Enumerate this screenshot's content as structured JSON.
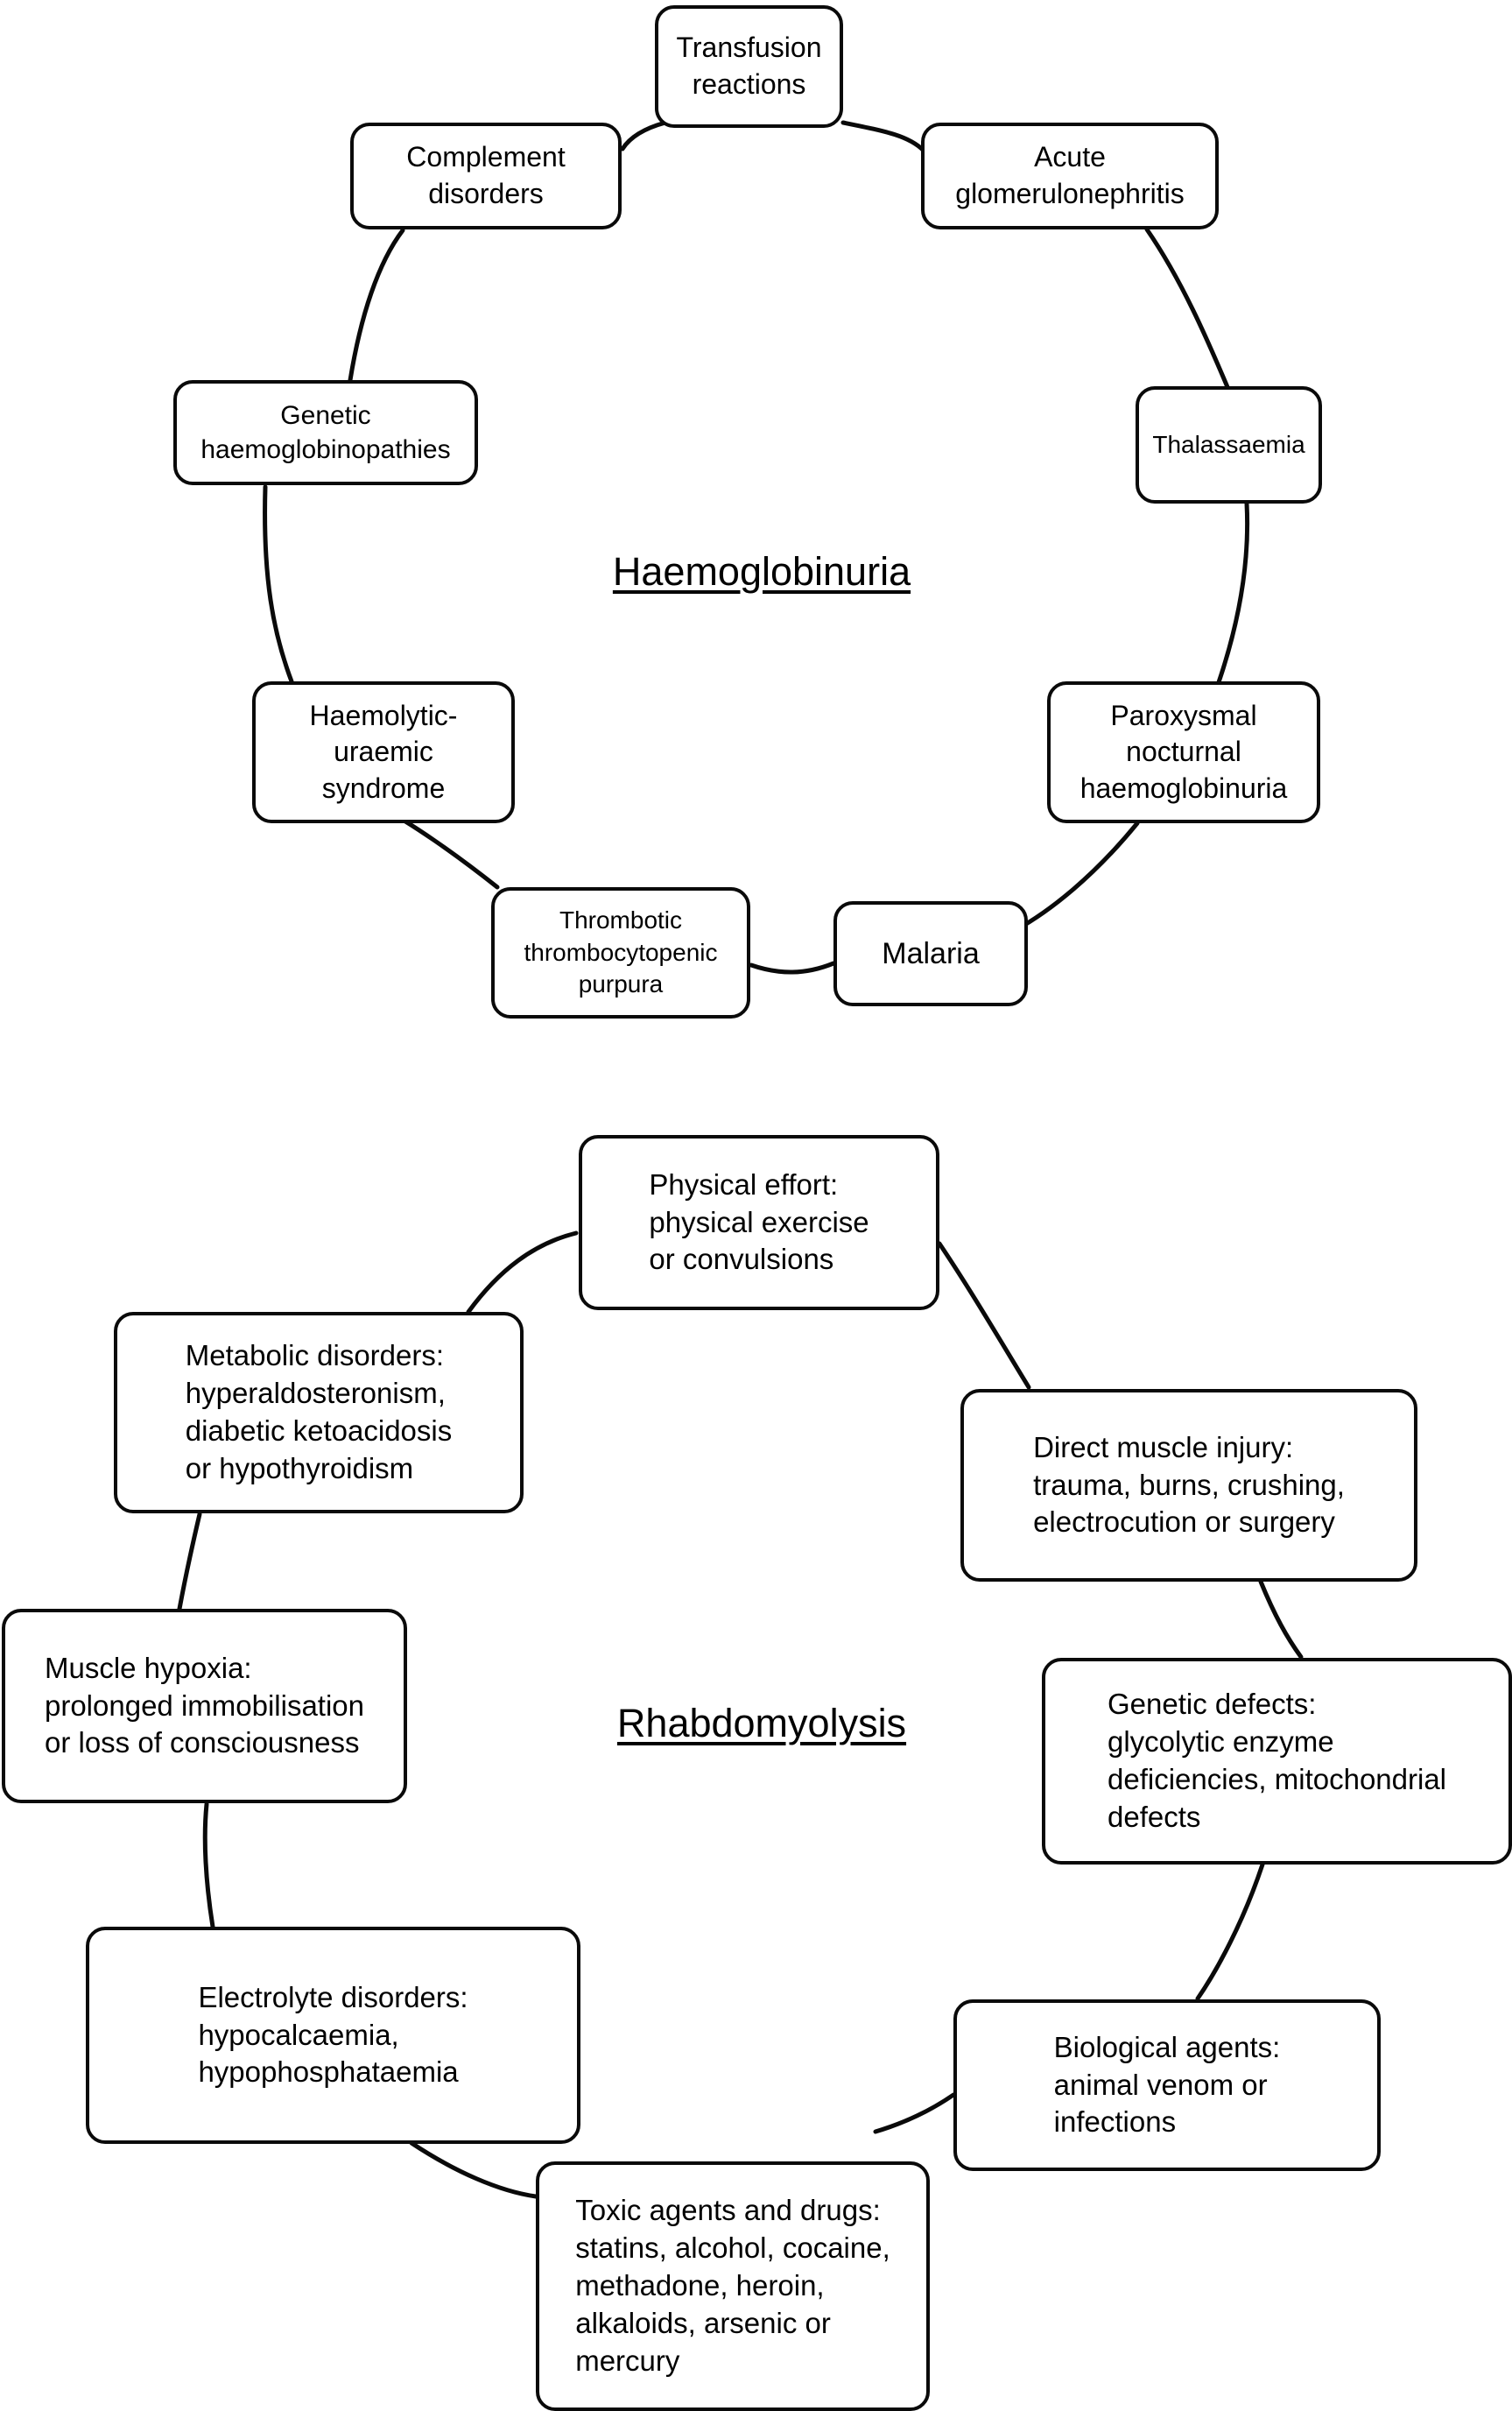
{
  "diagrams": [
    {
      "id": "haemoglobinuria",
      "center_title": "Haemoglobinuria",
      "nodes": [
        {
          "id": "hb-n0",
          "label": "Transfusion\nreactions"
        },
        {
          "id": "hb-n1",
          "label": "Acute\nglomerulonephritis"
        },
        {
          "id": "hb-n2",
          "label": "Thalassaemia"
        },
        {
          "id": "hb-n3",
          "label": "Paroxysmal\nnocturnal\nhaemoglobinuria"
        },
        {
          "id": "hb-n4",
          "label": "Malaria"
        },
        {
          "id": "hb-n5",
          "label": "Thrombotic\nthrombocytopenic\npurpura"
        },
        {
          "id": "hb-n6",
          "label": "Haemolytic-\nuraemic\nsyndrome"
        },
        {
          "id": "hb-n7",
          "label": "Genetic\nhaemoglobinopathies"
        },
        {
          "id": "hb-n8",
          "label": "Complement\ndisorders"
        }
      ]
    },
    {
      "id": "rhabdomyolysis",
      "center_title": "Rhabdomyolysis",
      "nodes": [
        {
          "id": "rh-n0",
          "label": "Physical effort:\nphysical exercise\nor convulsions"
        },
        {
          "id": "rh-n1",
          "label": "Direct muscle injury:\ntrauma, burns, crushing,\nelectrocution or surgery"
        },
        {
          "id": "rh-n2",
          "label": "Genetic defects:\nglycolytic enzyme\ndeficiencies, mitochondrial\ndefects"
        },
        {
          "id": "rh-n3",
          "label": "Biological agents:\nanimal venom or\ninfections"
        },
        {
          "id": "rh-n4",
          "label": "Toxic agents and drugs:\nstatins, alcohol, cocaine,\nmethadone, heroin,\nalkaloids, arsenic or\nmercury"
        },
        {
          "id": "rh-n5",
          "label": "Electrolyte disorders:\nhypocalcaemia,\nhypophosphataemia"
        },
        {
          "id": "rh-n6",
          "label": "Muscle hypoxia:\nprolonged immobilisation\nor loss of consciousness"
        },
        {
          "id": "rh-n7",
          "label": "Metabolic disorders:\nhyperaldosteronism,\ndiabetic ketoacidosis\nor hypothyroidism"
        }
      ]
    }
  ],
  "style": {
    "line_color": "#0a0a0a",
    "background": "#ffffff",
    "node_fill": "#ffffff"
  }
}
